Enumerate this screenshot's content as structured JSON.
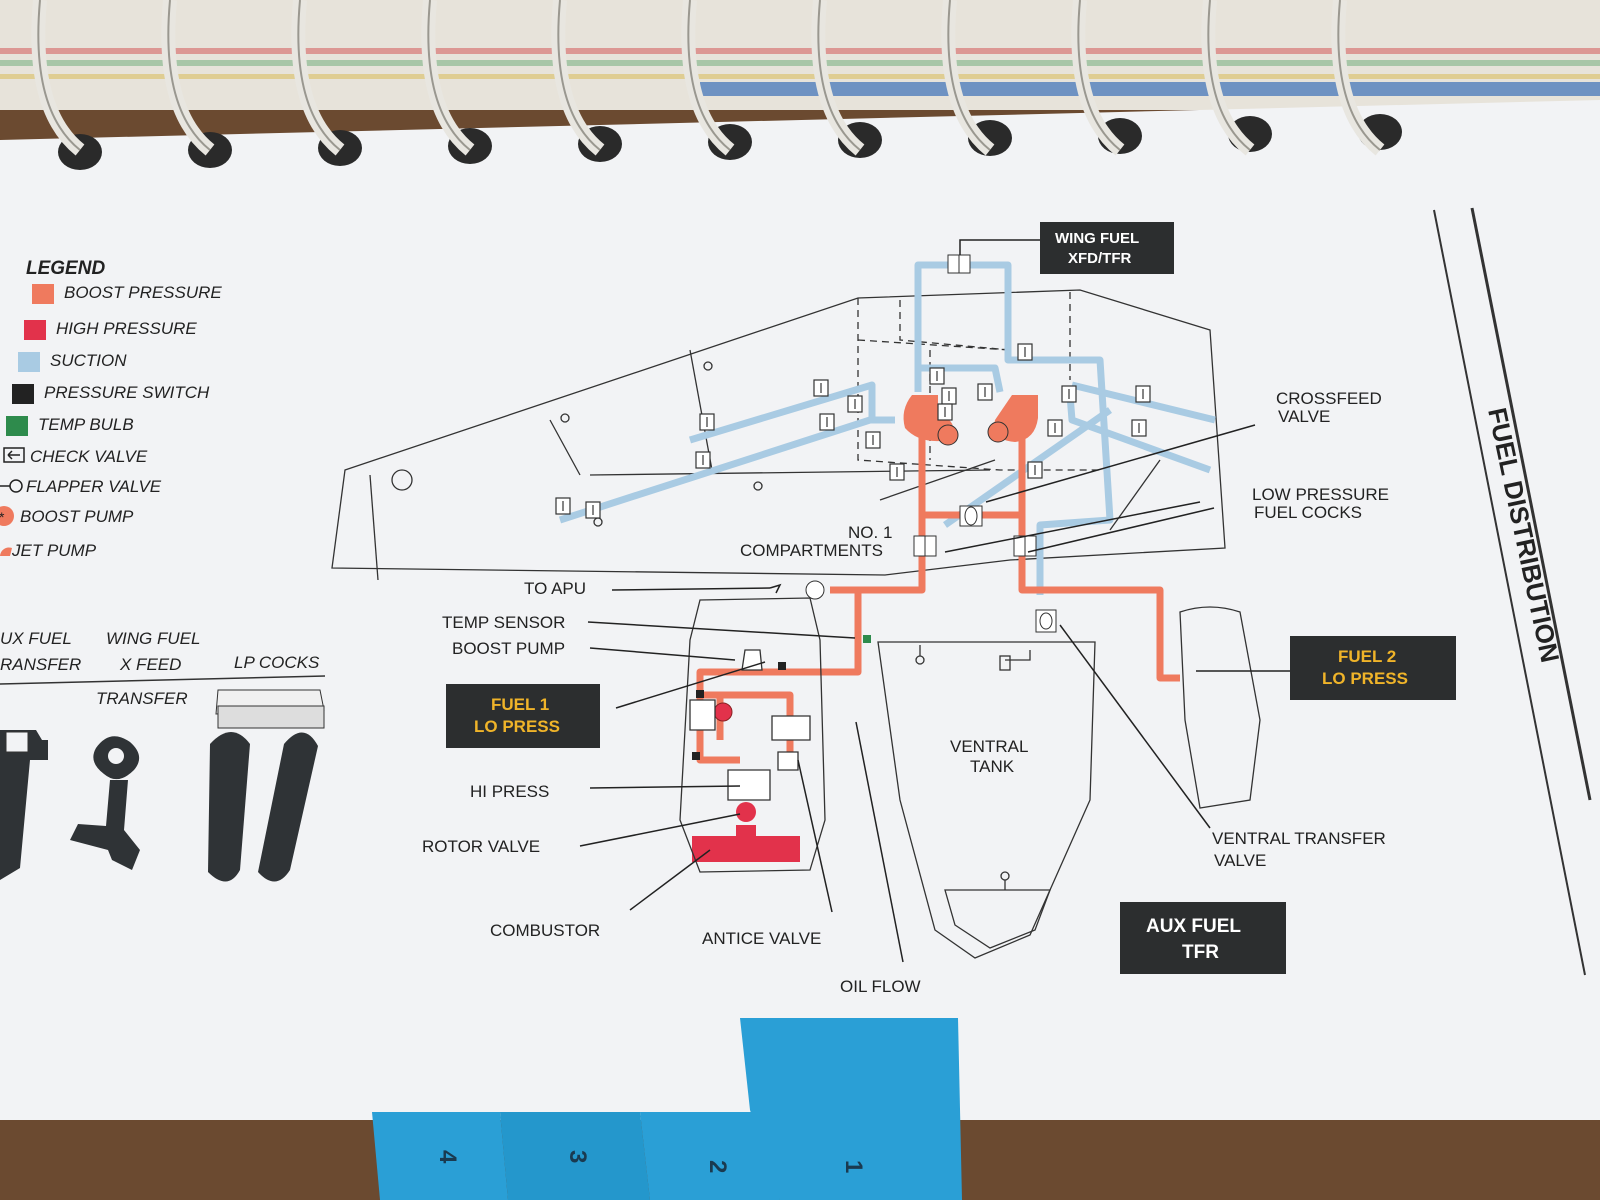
{
  "title": "FUEL DISTRIBUTION",
  "legend": {
    "heading": "LEGEND",
    "items": [
      {
        "label": "BOOST PRESSURE",
        "color": "#ef7a5e"
      },
      {
        "label": "HIGH PRESSURE",
        "color": "#e2324b"
      },
      {
        "label": "SUCTION",
        "color": "#a9cbe3"
      },
      {
        "label": "PRESSURE SWITCH",
        "color": "#222222"
      },
      {
        "label": "TEMP BULB",
        "color": "#2e8b4c"
      },
      {
        "label": "CHECK VALVE",
        "color": ""
      },
      {
        "label": "FLAPPER VALVE",
        "color": ""
      },
      {
        "label": "BOOST PUMP",
        "color": "#ef7a5e"
      },
      {
        "label": "JET PUMP",
        "color": "#ef7a5e"
      }
    ]
  },
  "panel": {
    "aux_fuel_transfer_1": "UX FUEL",
    "aux_fuel_transfer_2": "RANSFER",
    "wing_fuel_xfeed_1": "WING FUEL",
    "wing_fuel_xfeed_2": "X FEED",
    "transfer": "TRANSFER",
    "lp_cocks": "LP COCKS"
  },
  "labels": {
    "to_apu": "TO APU",
    "temp_sensor": "TEMP SENSOR",
    "boost_pump": "BOOST PUMP",
    "hi_press": "HI PRESS",
    "rotor_valve": "ROTOR VALVE",
    "combustor": "COMBUSTOR",
    "antice_valve": "ANTICE VALVE",
    "oil_flow": "OIL FLOW",
    "ventral_tank_1": "VENTRAL",
    "ventral_tank_2": "TANK",
    "no1_compartments_1": "NO. 1",
    "no1_compartments_2": "COMPARTMENTS",
    "crossfeed_valve_1": "CROSSFEED",
    "crossfeed_valve_2": "VALVE",
    "lp_fuel_cocks_1": "LOW PRESSURE",
    "lp_fuel_cocks_2": "FUEL COCKS",
    "ventral_transfer_1": "VENTRAL TRANSFER",
    "ventral_transfer_2": "VALVE"
  },
  "captions": {
    "wing_fuel_xfd_1": "WING FUEL",
    "wing_fuel_xfd_2": "XFD/TFR",
    "fuel1_1": "FUEL 1",
    "fuel1_2": "LO PRESS",
    "fuel2_1": "FUEL 2",
    "fuel2_2": "LO PRESS",
    "aux_fuel_1": "AUX FUEL",
    "aux_fuel_2": "TFR"
  },
  "tabs": [
    "4",
    "3",
    "2",
    "1"
  ],
  "colors": {
    "boost": "#ef7a5e",
    "high": "#e2324b",
    "suction": "#a9cbe3",
    "caption_bg": "#2c2e2f",
    "caption_amber": "#f0b429",
    "tab": "#2a9fd6"
  }
}
